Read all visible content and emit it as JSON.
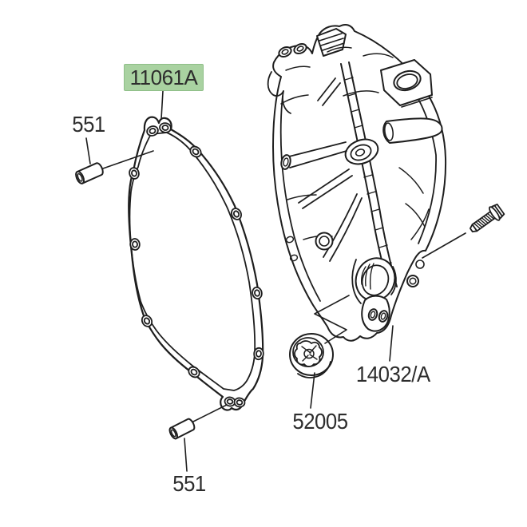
{
  "labels": {
    "gasket": {
      "text": "11061A",
      "highlighted": true
    },
    "pin_top": {
      "text": "551"
    },
    "pin_bottom": {
      "text": "551"
    },
    "cap": {
      "text": "52005"
    },
    "cover": {
      "text": "14032/A"
    }
  },
  "colors": {
    "background": "#ffffff",
    "line": "#1e1e1e",
    "text": "#2d2d2d",
    "highlight_fill": "#a9d2a1",
    "highlight_border": "#8fbf88"
  }
}
